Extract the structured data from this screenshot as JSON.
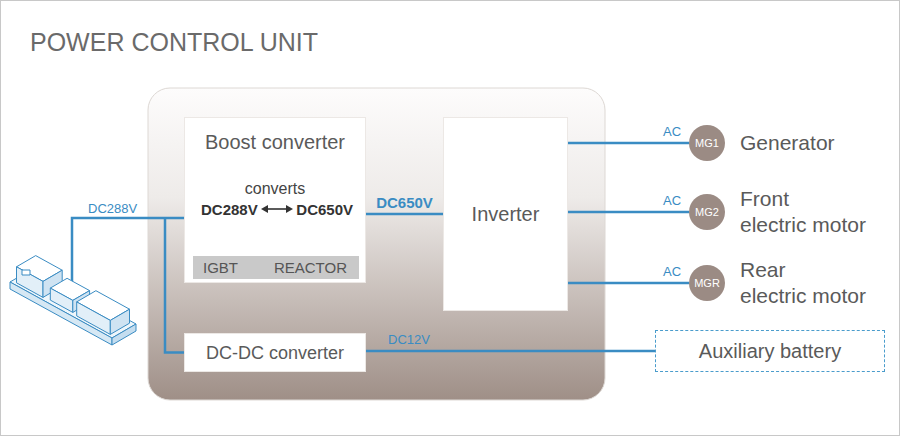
{
  "diagram": {
    "title": "POWER CONTROL UNIT",
    "nodes": [
      {
        "text": [
          "Boost converter",
          "converts",
          "DC288V",
          "DC650V"
        ]
      },
      {
        "text": [
          "IGBT",
          "REACTOR"
        ],
        "in": 0
      },
      {
        "text": [
          "Inverter"
        ]
      },
      {
        "text": [
          "DC-DC converter"
        ]
      },
      {
        "text": [
          "MG1",
          "Generator"
        ]
      },
      {
        "text": [
          "MG2",
          "Front electric motor"
        ]
      },
      {
        "text": [
          "MGR",
          "Rear electric motor"
        ]
      },
      {
        "text": [
          "Auxiliary battery"
        ]
      }
    ],
    "edges": [
      {
        "from": 0,
        "to": 2,
        "label": "DC650V",
        "arrow": "none"
      },
      {
        "from": 2,
        "to": 4,
        "label": "AC",
        "arrow": "none"
      },
      {
        "from": 2,
        "to": 5,
        "label": "AC",
        "arrow": "none"
      },
      {
        "from": 2,
        "to": 6,
        "label": "AC",
        "arrow": "none"
      },
      {
        "from": 3,
        "to": 7,
        "label": "DC12V",
        "arrow": "none"
      }
    ],
    "labels": [
      "DC288V"
    ]
  }
}
